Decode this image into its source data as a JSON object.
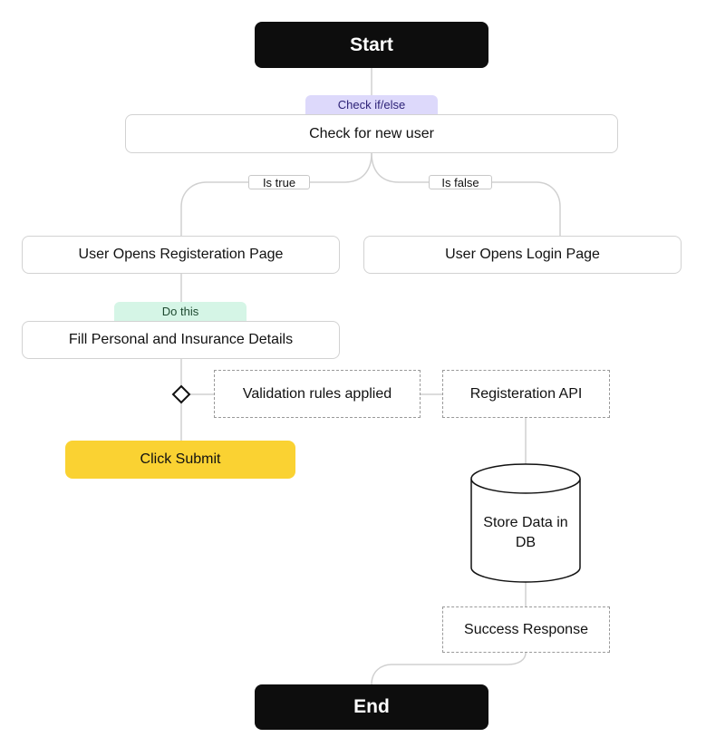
{
  "nodes": {
    "start": "Start",
    "check_tag": "Check if/else",
    "check_new_user": "Check for new user",
    "is_true": "Is true",
    "is_false": "Is false",
    "registration_page": "User Opens Registeration Page",
    "login_page": "User Opens Login Page",
    "do_this_tag": "Do this",
    "fill_details": "Fill Personal and Insurance Details",
    "validation_rules": "Validation rules applied",
    "registration_api": "Registeration API",
    "click_submit": "Click Submit",
    "store_data_line1": "Store Data in",
    "store_data_line2": "DB",
    "success_response": "Success Response",
    "end": "End"
  },
  "colors": {
    "terminal": "#0d0d0d",
    "submit": "#fad232",
    "tag_purple": "#ddd9fb",
    "tag_green": "#d5f5e6",
    "connector": "#d0d0d0"
  }
}
